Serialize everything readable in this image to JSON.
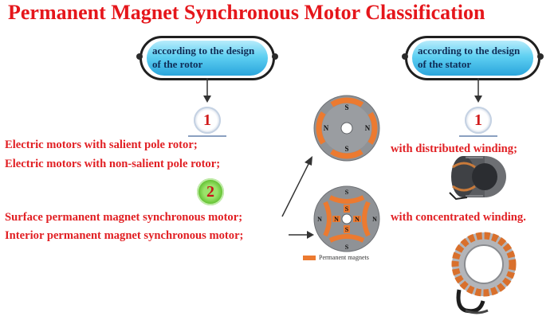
{
  "title": "Permanent Magnet Synchronous Motor Classification",
  "rotor_box": {
    "line1": "according to the design",
    "line2": "of the rotor"
  },
  "stator_box": {
    "line1": "according to the design",
    "line2": "of the stator"
  },
  "badges": {
    "rotor_1": "1",
    "rotor_2": "2",
    "stator_1": "1"
  },
  "rotor_items": [
    "Electric motors with salient pole rotor;",
    "Electric motors with non-salient pole rotor;",
    "Surface permanent magnet synchronous motor;",
    "Interior permanent magnet synchronous motor;"
  ],
  "stator_items": [
    "with distributed winding;",
    "with concentrated winding."
  ],
  "motor_top_labels": {
    "top": "S",
    "left": "N",
    "right": "N",
    "bottom": "S"
  },
  "motor_bottom_labels": {
    "outer_top": "S",
    "outer_bottom": "S",
    "outer_left": "N",
    "outer_right": "N",
    "inner_top": "S",
    "inner_bottom": "S",
    "inner_left": "N",
    "inner_right": "N"
  },
  "legend": "Permanent magnets",
  "colors": {
    "title": "#e5161b",
    "items": "#e11f23",
    "magnet": "#ec7a30",
    "rotor": "#8f9296"
  }
}
